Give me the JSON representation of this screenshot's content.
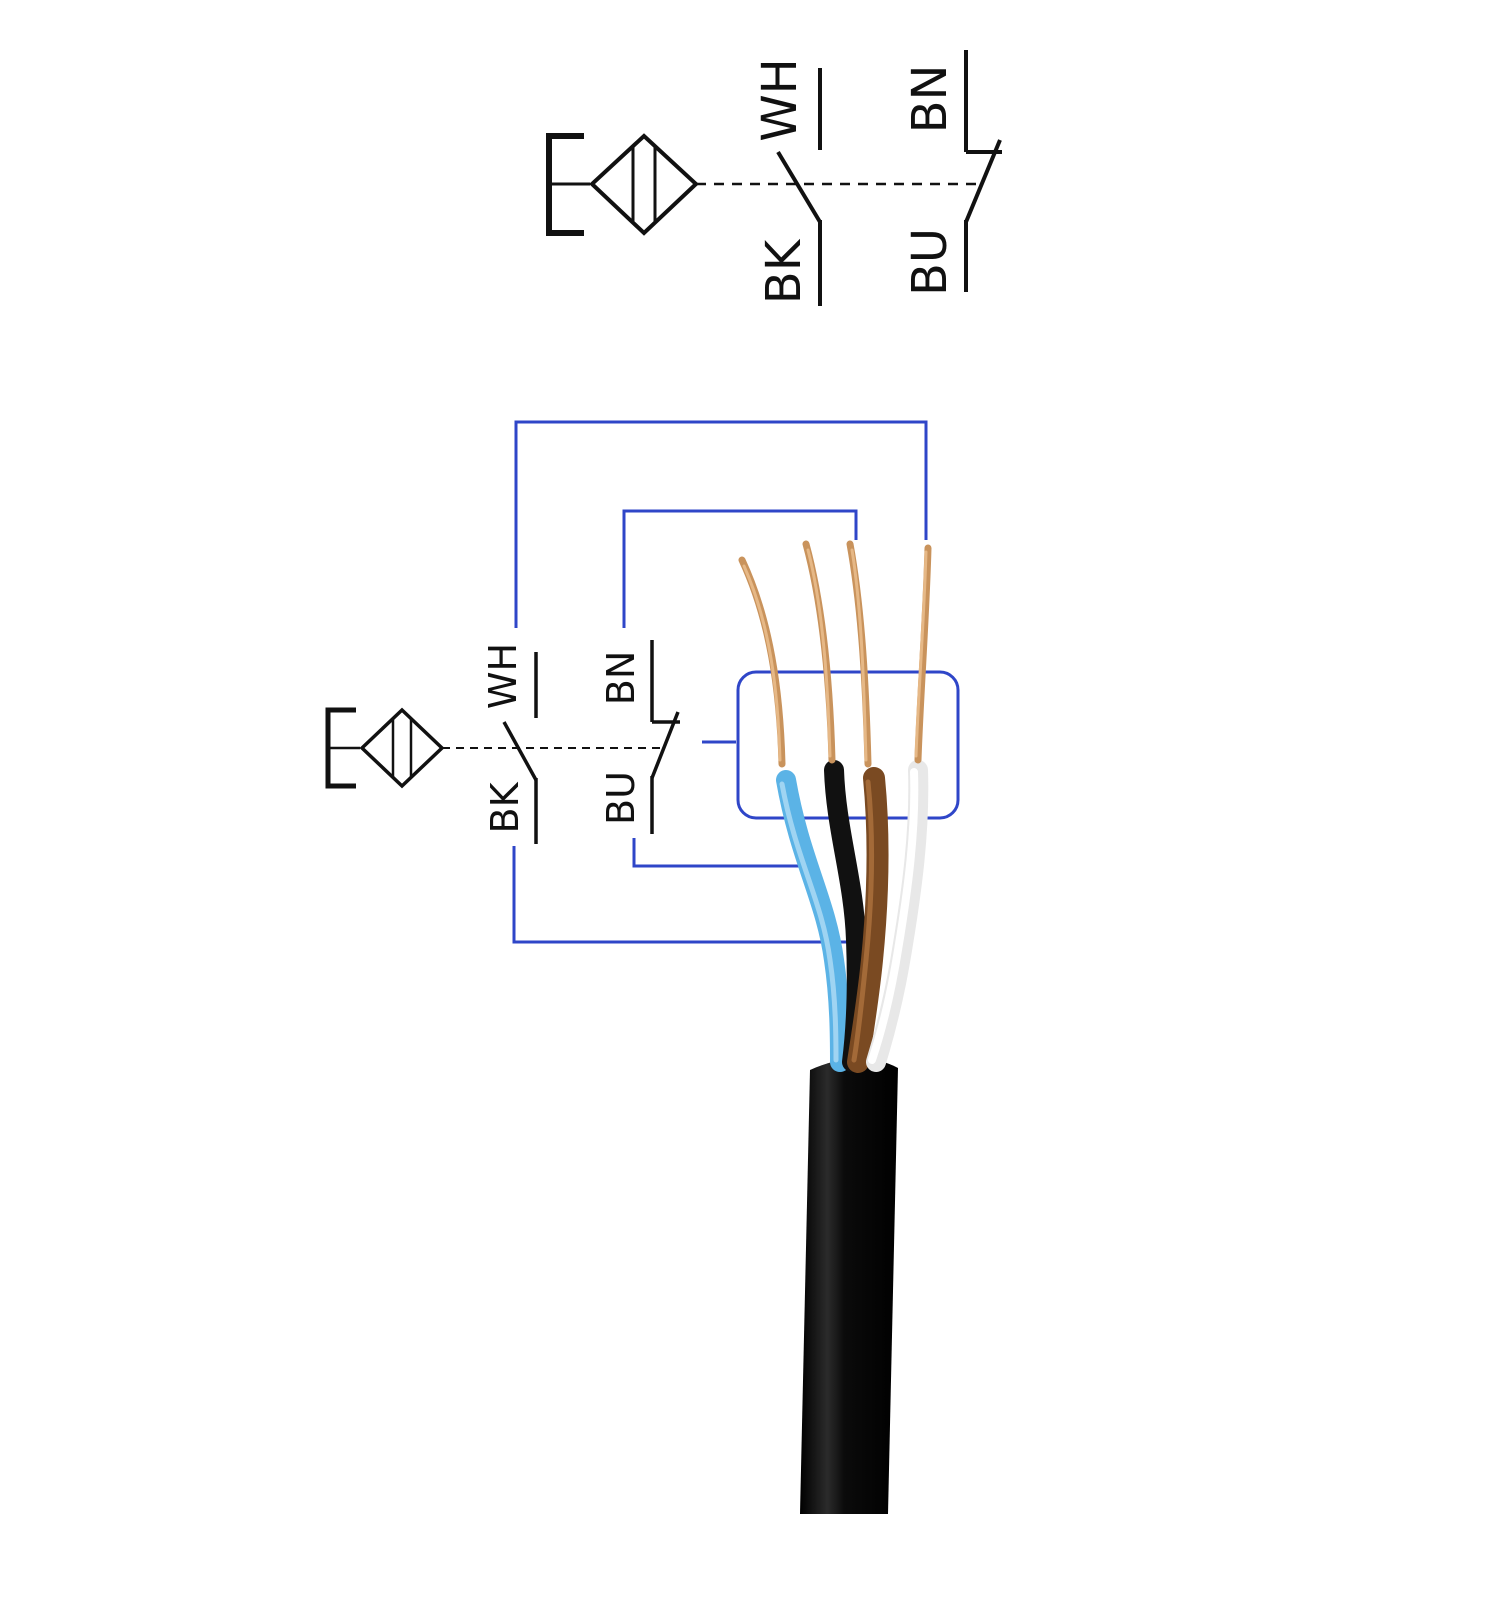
{
  "diagram": {
    "top_symbol": {
      "labels": {
        "wh": "WH",
        "bn": "BN",
        "bk": "BK",
        "bu": "BU"
      }
    },
    "bottom_symbol": {
      "labels": {
        "wh": "WH",
        "bn": "BN",
        "bk": "BK",
        "bu": "BU"
      }
    },
    "colors": {
      "link_lines": "#2f46c8",
      "symbol": "#111111",
      "wire_blue": "#5bb3e6",
      "wire_black": "#111111",
      "wire_brown": "#7a4a22",
      "wire_white": "#f4f4f4",
      "copper": "#c9935c",
      "cable_jacket": "#0e0e0e"
    }
  }
}
